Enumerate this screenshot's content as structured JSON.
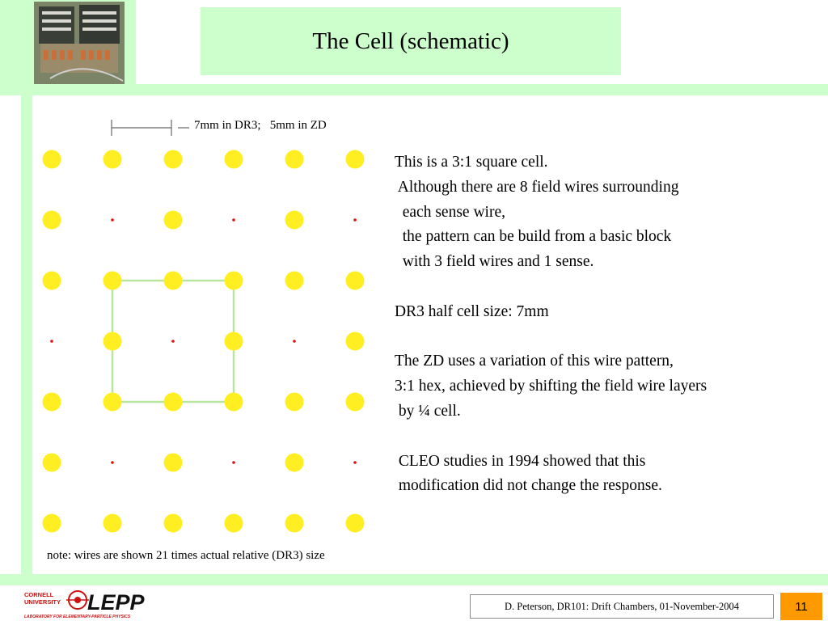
{
  "slide": {
    "title": "The Cell (schematic)",
    "scale_label": "7mm in DR3;   5mm in ZD",
    "body_lines": [
      "This is a 3:1 square cell.",
      " Although there are 8 field wires surrounding",
      "  each sense wire,",
      "  the pattern can be build from a basic block",
      "  with 3 field wires and 1 sense.",
      "",
      "DR3 half cell size: 7mm",
      "",
      "The ZD uses a variation of this wire pattern,",
      "3:1 hex, achieved by shifting the field wire layers",
      " by ¼ cell.",
      "",
      " CLEO studies in 1994 showed that this",
      " modification did not change the response."
    ],
    "note": "note: wires are shown 21 times actual relative (DR3) size",
    "footer": "D. Peterson,  DR101: Drift Chambers,  01-November-2004",
    "page_number": "11"
  },
  "logo": {
    "cornell_top": "CORNELL",
    "cornell_bottom": "UNIVERSITY",
    "name": "LEPP",
    "tagline": "LABORATORY FOR ELEMENTARY-PARTICLE PHYSICS"
  },
  "colors": {
    "frame_green": "#ccffcc",
    "field_wire": "#ffee22",
    "sense_wire": "#dd1111",
    "cell_outline": "#b8e6a0",
    "page_badge": "#ff9900"
  },
  "wire_grid": {
    "rows": 7,
    "cols": 6,
    "row_types": [
      "field",
      "alt-a",
      "field",
      "alt-b",
      "field",
      "alt-a",
      "field"
    ],
    "highlighted_block": {
      "row_from": 2,
      "row_to": 4,
      "col_from": 1,
      "col_to": 3
    }
  }
}
